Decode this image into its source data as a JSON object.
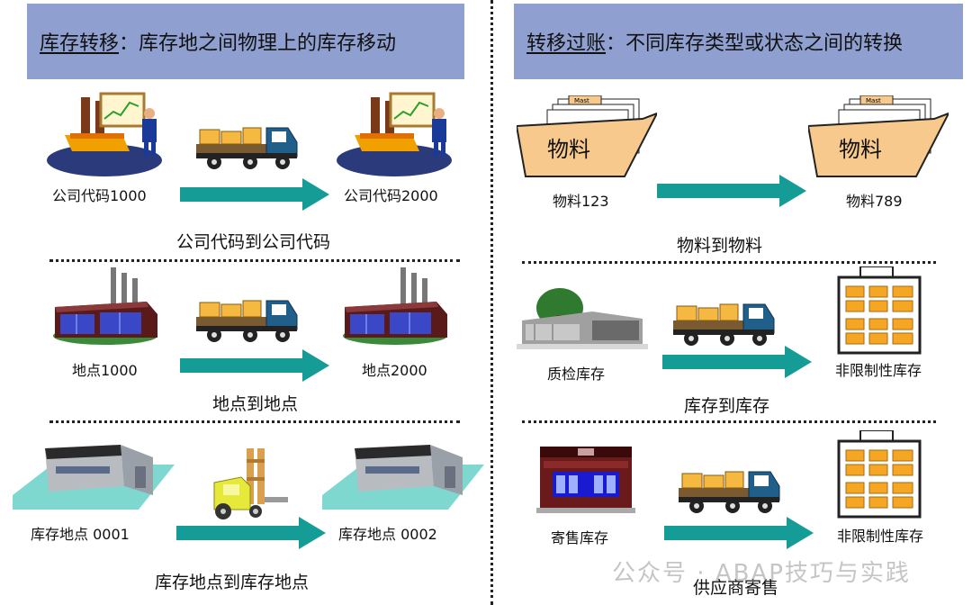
{
  "left_panel": {
    "header_key": "库存转移",
    "header_rest": "：库存地之间物理上的库存移动",
    "rows": [
      {
        "from": "公司代码1000",
        "to": "公司代码2000",
        "caption": "公司代码到公司代码"
      },
      {
        "from": "地点1000",
        "to": "地点2000",
        "caption": "地点到地点"
      },
      {
        "from": "库存地点 0001",
        "to": "库存地点 0002",
        "caption": "库存地点到库存地点"
      }
    ]
  },
  "right_panel": {
    "header_key": "转移过账",
    "header_rest": "：不同库存类型或状态之间的转换",
    "rows": [
      {
        "from": "物料123",
        "to": "物料789",
        "caption": "物料到物料",
        "folder_text": "物料",
        "folder_tab": "Mast"
      },
      {
        "from": "质检库存",
        "to": "非限制性库存",
        "caption": "库存到库存"
      },
      {
        "from": "寄售库存",
        "to": "非限制性库存",
        "caption": "供应商寄售"
      }
    ]
  },
  "watermark": "公众号 · ABAP技巧与实践",
  "colors": {
    "header_bg": "#8f9fcf",
    "arrow": "#169c97",
    "truck_cab": "#1f5f8a",
    "folder": "#f7c98c"
  }
}
